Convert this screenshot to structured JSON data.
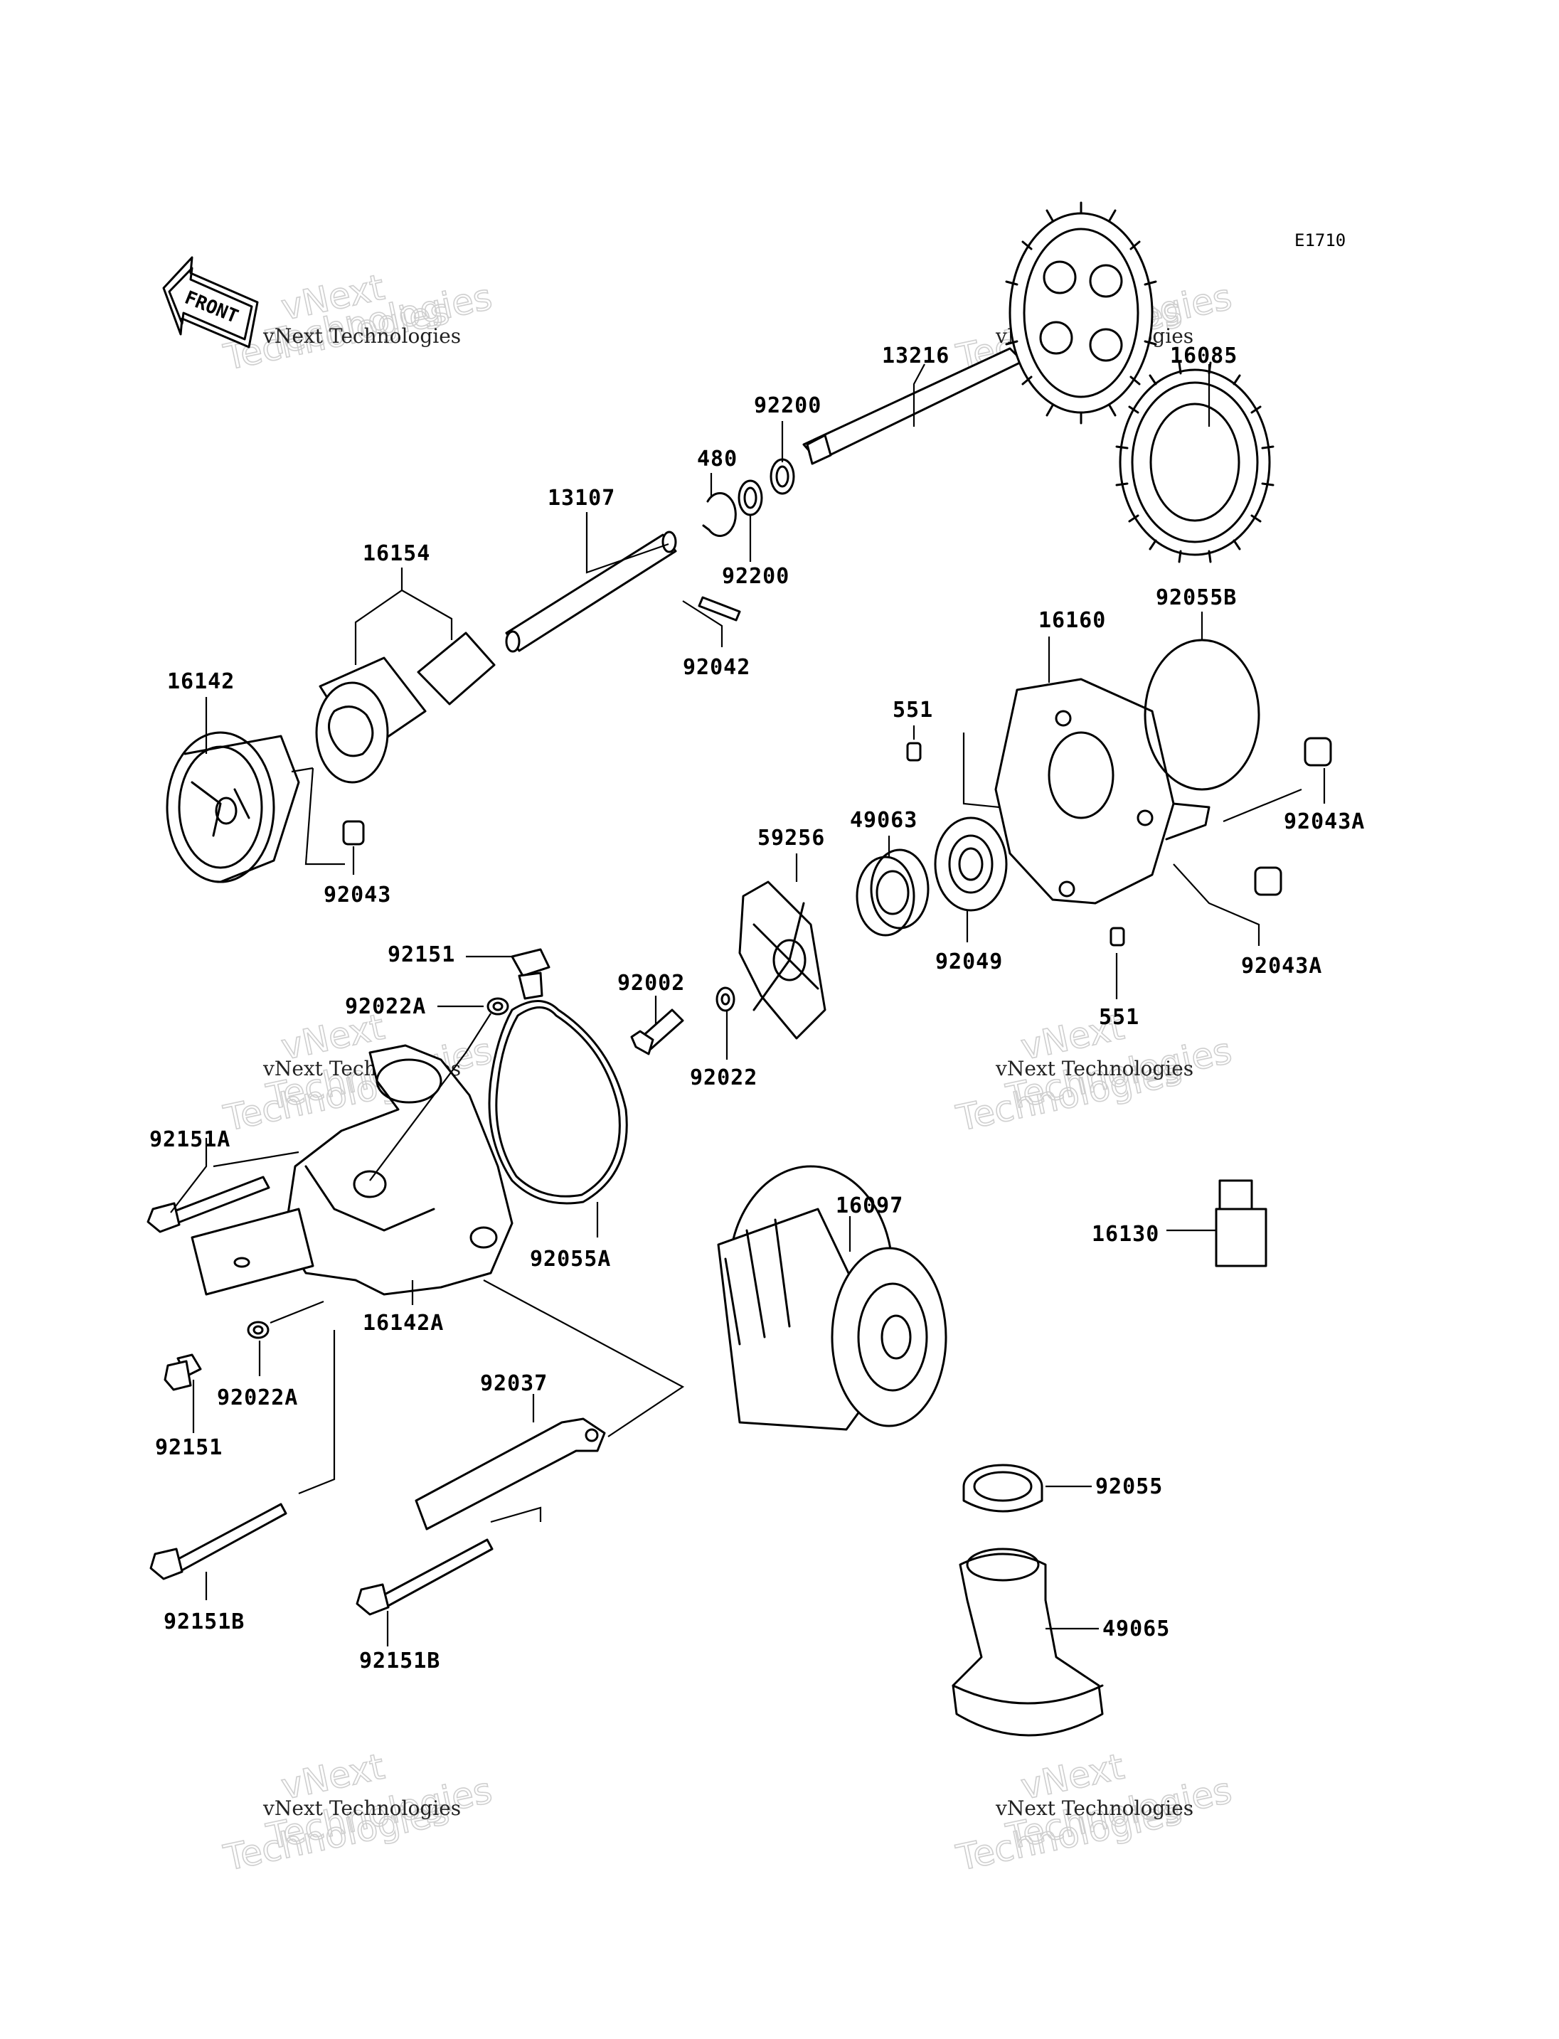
{
  "diagram": {
    "code": "E1710",
    "front_label": "FRONT",
    "watermark": {
      "brand": "vNext",
      "word": "Technologies",
      "caption": "vNext Technologies"
    },
    "parts": [
      {
        "id": "13216"
      },
      {
        "id": "16085"
      },
      {
        "id": "92200"
      },
      {
        "id": "480"
      },
      {
        "id": "92200"
      },
      {
        "id": "13107"
      },
      {
        "id": "16154"
      },
      {
        "id": "92042"
      },
      {
        "id": "16142"
      },
      {
        "id": "92043"
      },
      {
        "id": "16160"
      },
      {
        "id": "92055B"
      },
      {
        "id": "551"
      },
      {
        "id": "49063"
      },
      {
        "id": "59256"
      },
      {
        "id": "92043A"
      },
      {
        "id": "92049"
      },
      {
        "id": "92043A"
      },
      {
        "id": "92151"
      },
      {
        "id": "92002"
      },
      {
        "id": "92022A"
      },
      {
        "id": "92022"
      },
      {
        "id": "551"
      },
      {
        "id": "92151A"
      },
      {
        "id": "92055A"
      },
      {
        "id": "16097"
      },
      {
        "id": "16130"
      },
      {
        "id": "16142A"
      },
      {
        "id": "92022A"
      },
      {
        "id": "92151"
      },
      {
        "id": "92037"
      },
      {
        "id": "92055"
      },
      {
        "id": "49065"
      },
      {
        "id": "92151B"
      },
      {
        "id": "92151B"
      }
    ]
  }
}
